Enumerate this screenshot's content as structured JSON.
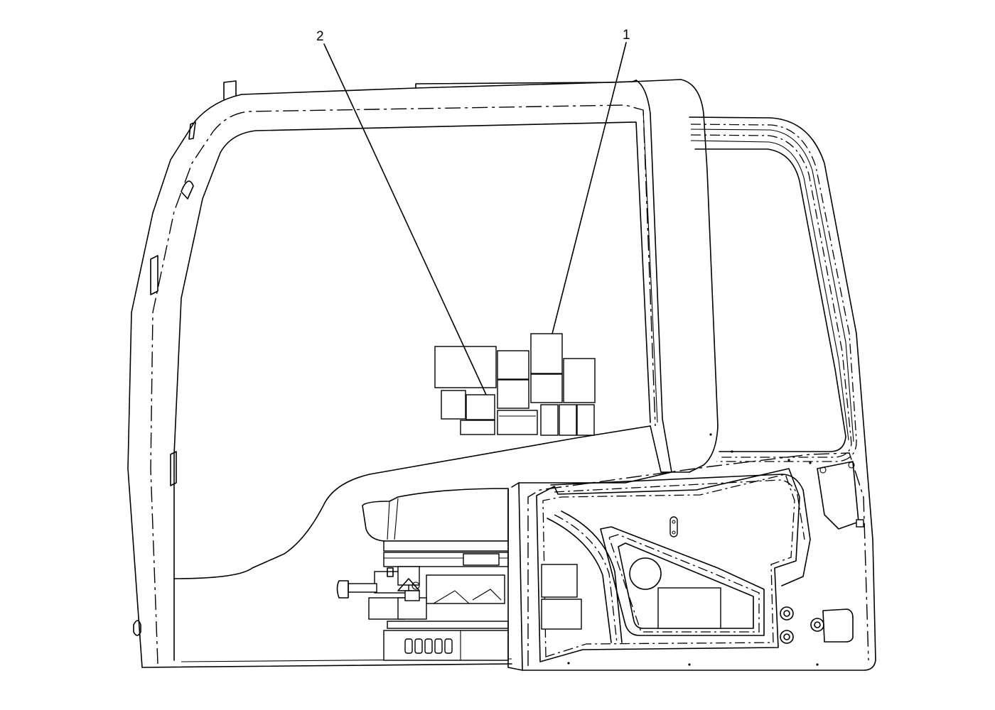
{
  "callouts": [
    {
      "number": "1",
      "target": "relay-group"
    },
    {
      "number": "2",
      "target": "relay-small"
    }
  ],
  "colors": {
    "line": "#000000",
    "background": "#ffffff"
  }
}
